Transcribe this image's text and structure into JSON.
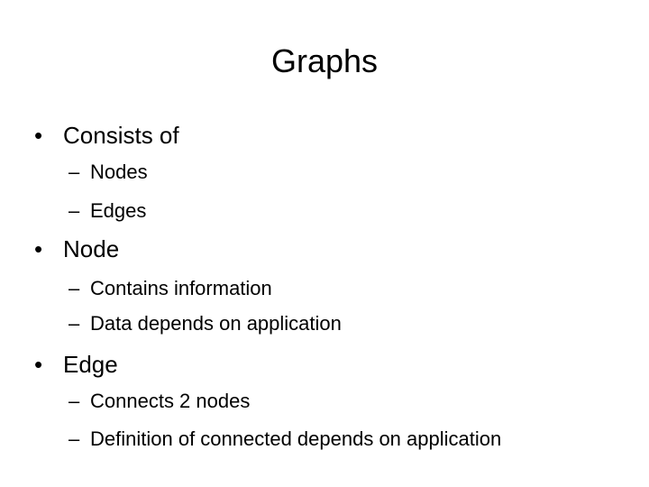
{
  "slide": {
    "title": "Graphs",
    "bullet_marker": "•",
    "sub_marker": "–",
    "bullets": [
      {
        "text": "Consists of",
        "subs": [
          "Nodes",
          "Edges"
        ]
      },
      {
        "text": "Node",
        "subs": [
          "Contains information",
          "Data depends on application"
        ]
      },
      {
        "text": "Edge",
        "subs": [
          "Connects 2 nodes",
          "Definition of connected depends on application"
        ]
      }
    ]
  }
}
